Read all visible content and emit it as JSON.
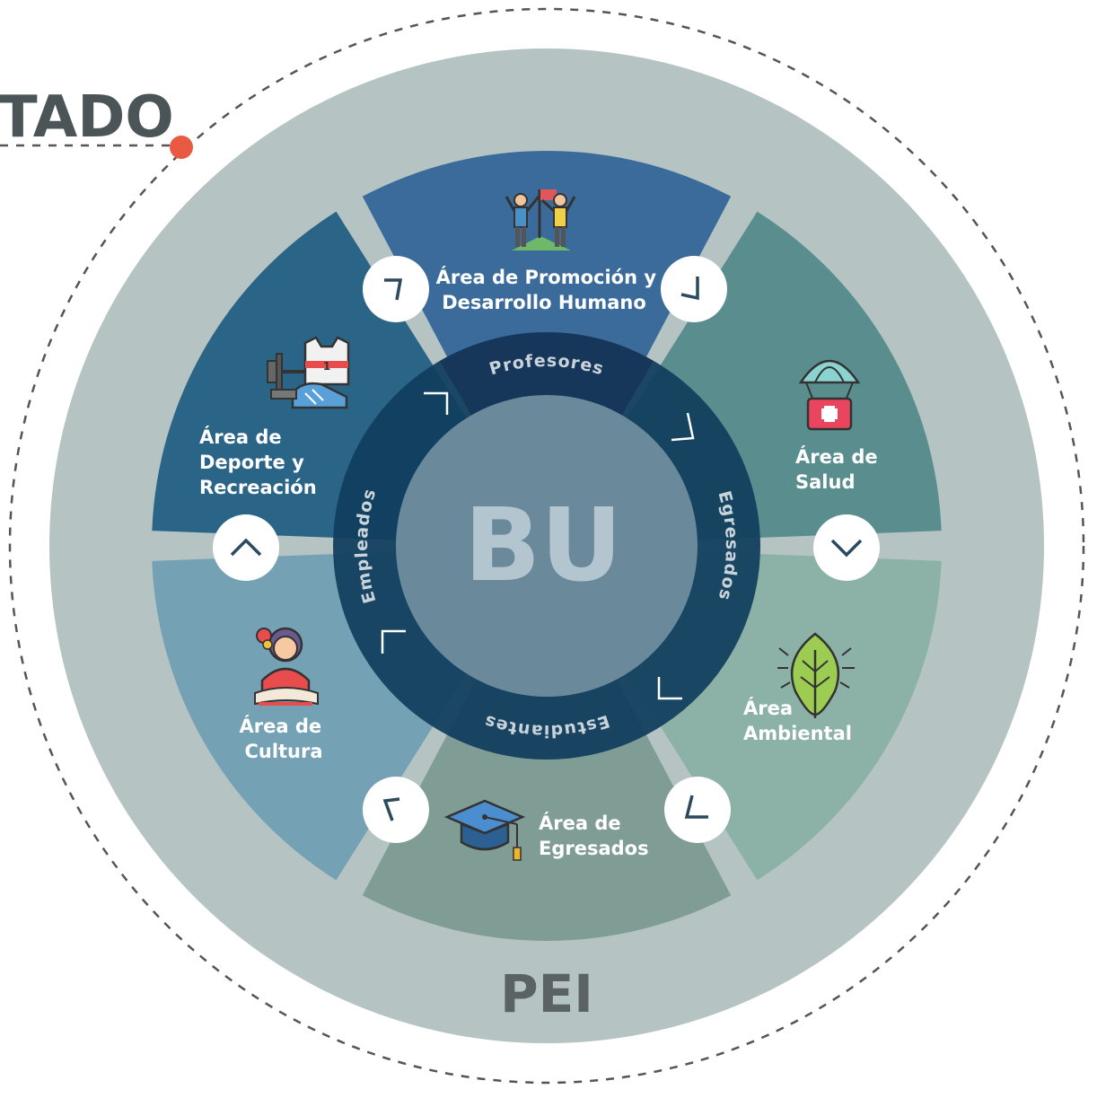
{
  "corner_title": "TADO",
  "outer_label": "PEI",
  "center_label": "BU",
  "ring": {
    "top": "Profesores",
    "right": "Egresados",
    "bottom": "Estudiantes",
    "left": "Empleados"
  },
  "areas": [
    {
      "id": "promocion",
      "lines": [
        "Área de Promoción y",
        "Desarrollo Humano"
      ],
      "icon": "teamwork-flag-icon",
      "color": "#3a6b9a"
    },
    {
      "id": "salud",
      "lines": [
        "Área de",
        "Salud"
      ],
      "icon": "parachute-medkit-icon",
      "color": "#5a8e8e"
    },
    {
      "id": "ambiental",
      "lines": [
        "Área",
        "Ambiental"
      ],
      "icon": "leaf-icon",
      "color": "#8cb2a8"
    },
    {
      "id": "egresados",
      "lines": [
        "Área de",
        "Egresados"
      ],
      "icon": "graduation-cap-icon",
      "color": "#7f9c95"
    },
    {
      "id": "cultura",
      "lines": [
        "Área de",
        "Cultura"
      ],
      "icon": "dancer-icon",
      "color": "#74a1b3"
    },
    {
      "id": "deporte",
      "lines": [
        "Área de",
        "Deporte y",
        "Recreación"
      ],
      "icon": "sports-gear-icon",
      "color": "#2a6487"
    }
  ],
  "colors": {
    "outer_ring": "#b5c3c2",
    "inner_ring": "#0f3d5c",
    "center": "#6a8a9c",
    "dot": "#e95a43",
    "dashed": "#555555"
  }
}
